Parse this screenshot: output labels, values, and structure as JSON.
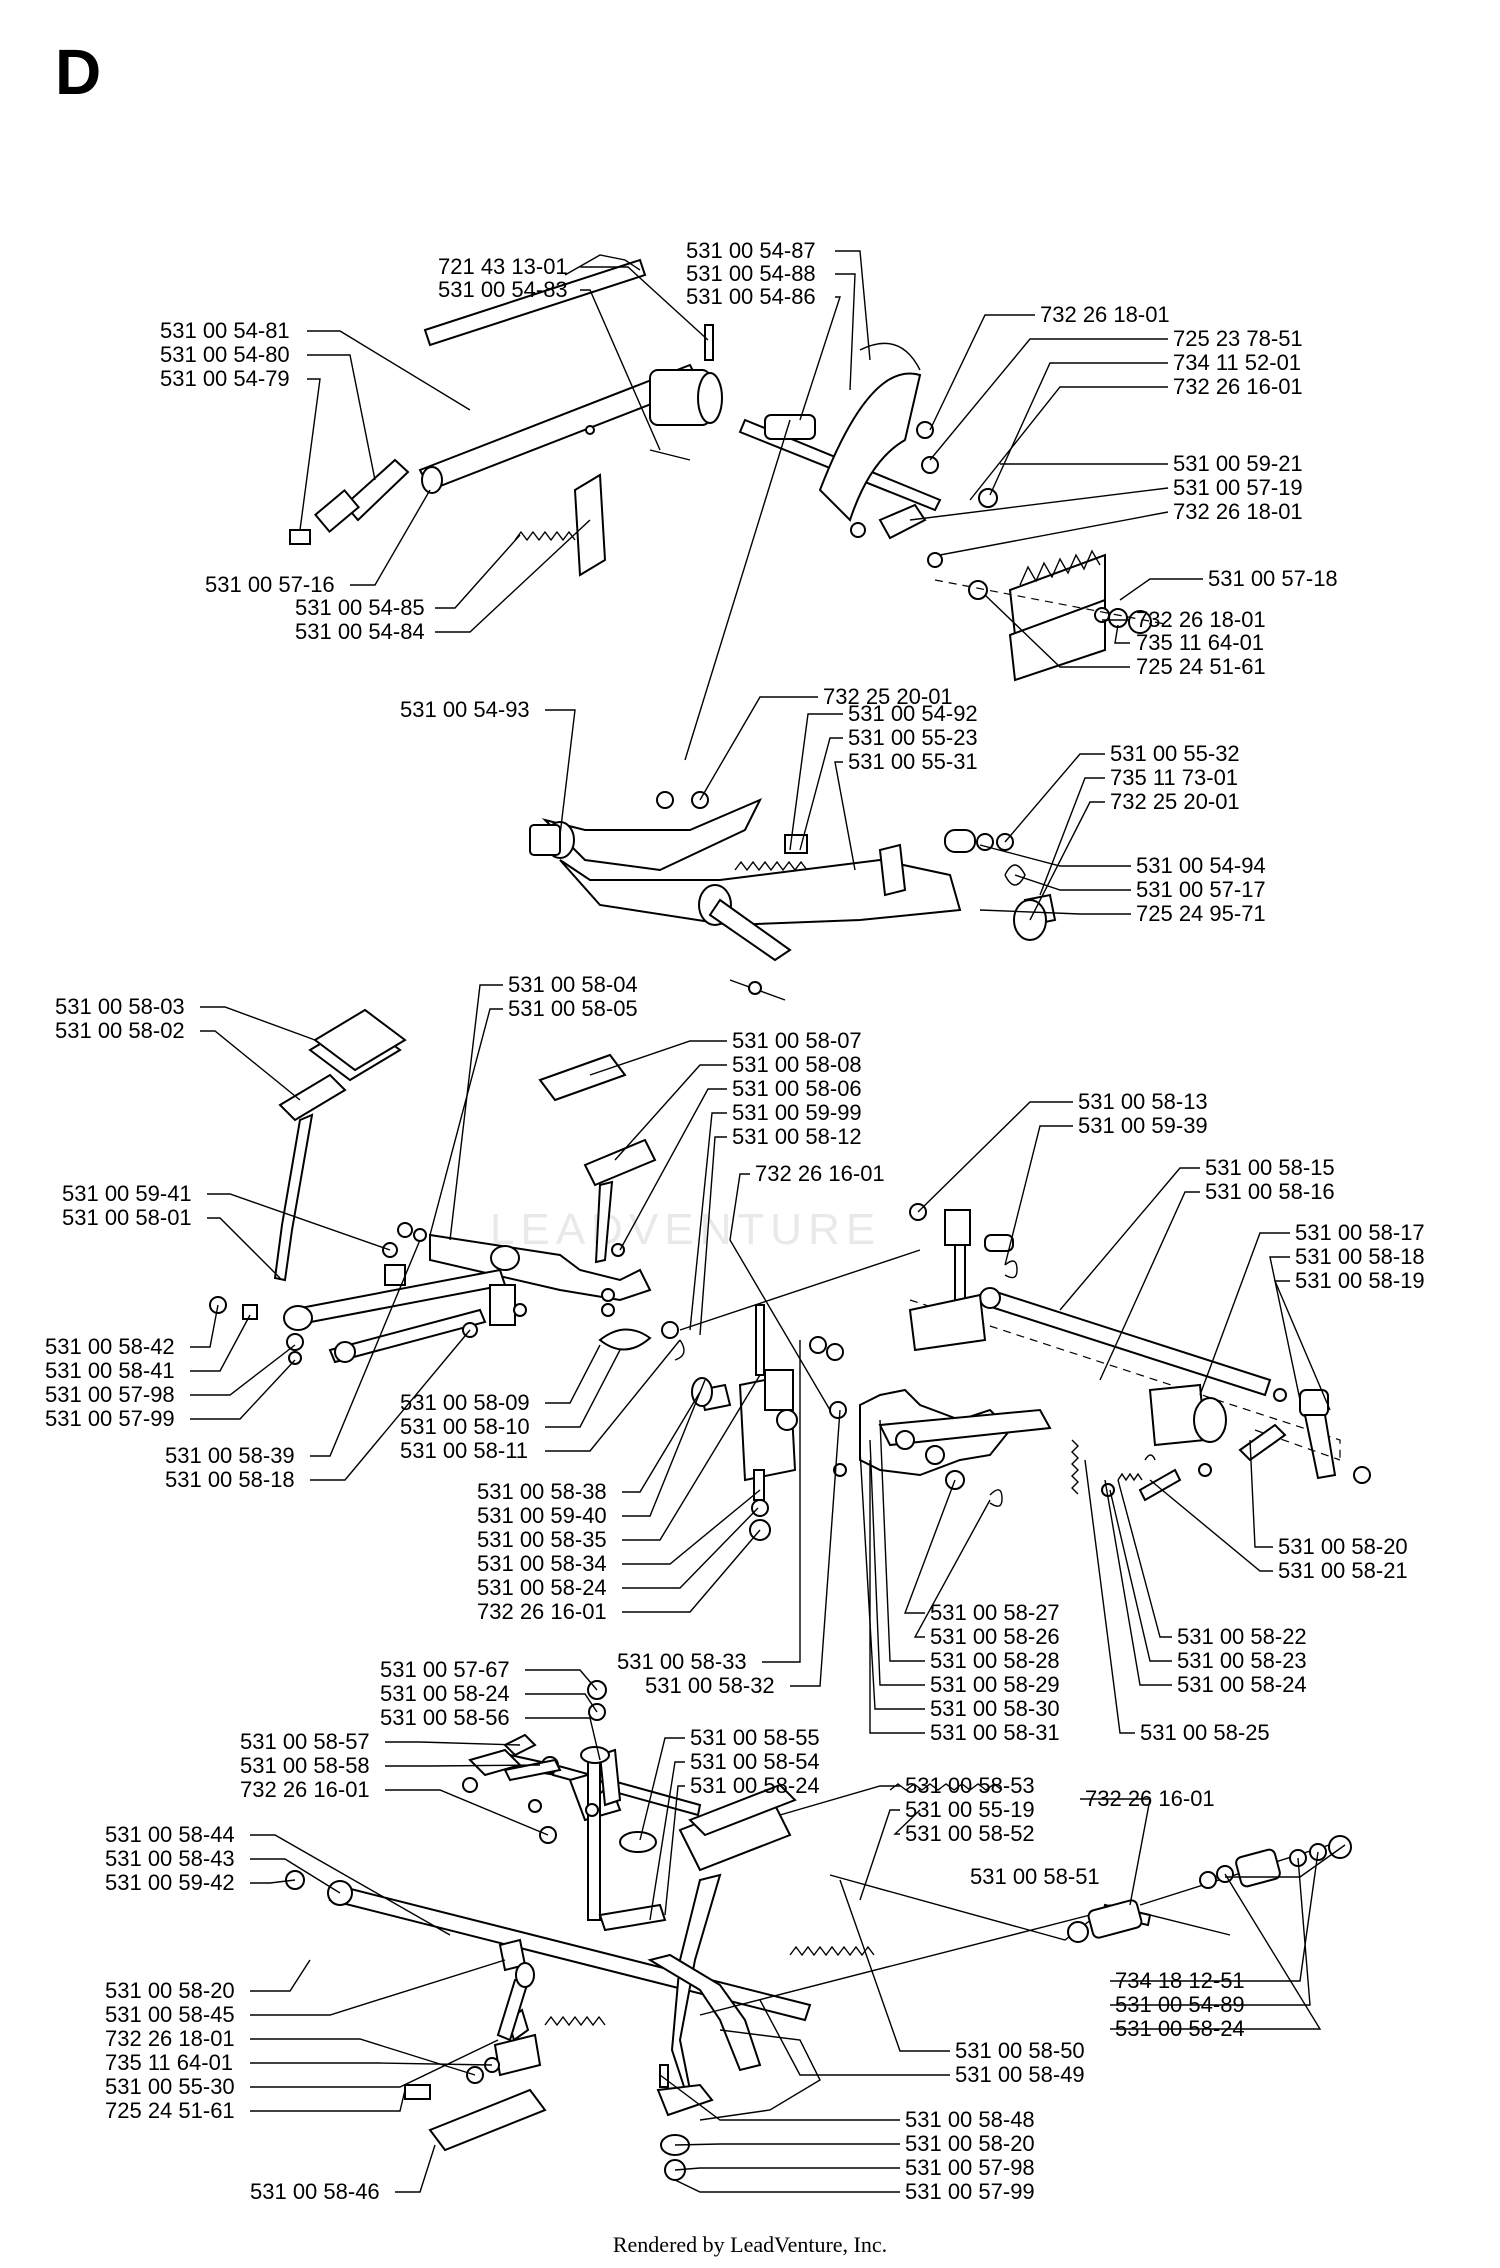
{
  "page_letter": "D",
  "watermark": "LEADVENTURE",
  "footer": "Rendered by LeadVenture, Inc.",
  "labels": [
    "721 43 13-01",
    "531 00 54-83",
    "531 00 54-87",
    "531 00 54-88",
    "531 00 54-86",
    "531 00 54-81",
    "531 00 54-80",
    "531 00 54-79",
    "732 26 18-01",
    "725 23 78-51",
    "734 11 52-01",
    "732 26 16-01",
    "531 00 59-21",
    "531 00 57-19",
    "732 26 18-01",
    "531 00 57-18",
    "531 00 57-16",
    "531 00 54-85",
    "531 00 54-84",
    "732 26 18-01",
    "735 11 64-01",
    "725 24 51-61",
    "531 00 54-93",
    "732 25 20-01",
    "531 00 54-92",
    "531 00 55-23",
    "531 00 55-31",
    "531 00 55-32",
    "735 11 73-01",
    "732 25 20-01",
    "531 00 54-94",
    "531 00 57-17",
    "725 24 95-71",
    "531 00 58-03",
    "531 00 58-02",
    "531 00 58-04",
    "531 00 58-05",
    "531 00 58-07",
    "531 00 58-08",
    "531 00 58-06",
    "531 00 59-99",
    "531 00 58-12",
    "732 26 16-01",
    "531 00 59-41",
    "531 00 58-01",
    "531 00 58-13",
    "531 00 59-39",
    "531 00 58-15",
    "531 00 58-16",
    "531 00 58-17",
    "531 00 58-18",
    "531 00 58-19",
    "531 00 58-42",
    "531 00 58-41",
    "531 00 57-98",
    "531 00 57-99",
    "531 00 58-09",
    "531 00 58-10",
    "531 00 58-11",
    "531 00 58-39",
    "531 00 58-18",
    "531 00 58-38",
    "531 00 59-40",
    "531 00 58-35",
    "531 00 58-34",
    "531 00 58-24",
    "732 26 16-01",
    "531 00 58-20",
    "531 00 58-21",
    "531 00 58-27",
    "531 00 58-26",
    "531 00 58-22",
    "531 00 58-23",
    "531 00 58-24",
    "531 00 58-33",
    "531 00 58-32",
    "531 00 58-28",
    "531 00 58-29",
    "531 00 58-30",
    "531 00 58-31",
    "531 00 58-25",
    "531 00 57-67",
    "531 00 58-24",
    "531 00 58-56",
    "531 00 58-57",
    "531 00 58-58",
    "732 26 16-01",
    "531 00 58-55",
    "531 00 58-54",
    "531 00 58-24",
    "531 00 58-53",
    "531 00 55-19",
    "531 00 58-52",
    "732 26 16-01",
    "531 00 58-44",
    "531 00 58-43",
    "531 00 59-42",
    "531 00 58-51",
    "531 00 58-20",
    "531 00 58-45",
    "734 18 12-51",
    "531 00 54-89",
    "531 00 58-24",
    "732 26 18-01",
    "735 11 64-01",
    "531 00 58-50",
    "531 00 55-30",
    "531 00 58-49",
    "725 24 51-61",
    "531 00 58-48",
    "531 00 58-20",
    "531 00 57-98",
    "531 00 58-46",
    "531 00 57-99"
  ]
}
